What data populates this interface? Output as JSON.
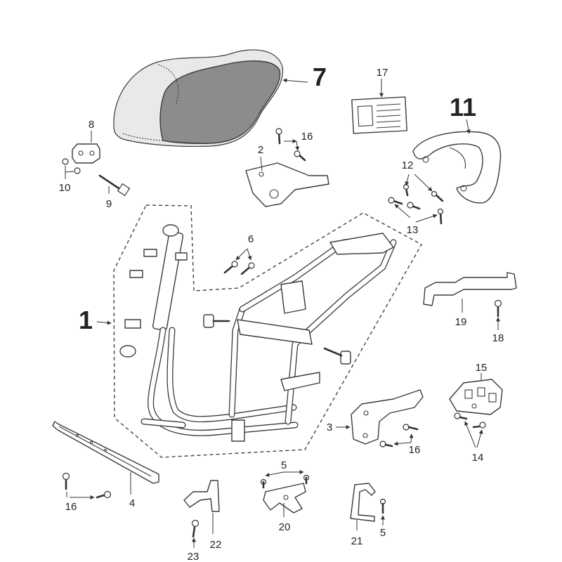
{
  "callouts": {
    "c1": "1",
    "c2": "2",
    "c3": "3",
    "c4": "4",
    "c5a": "5",
    "c5b": "5",
    "c6": "6",
    "c7": "7",
    "c8": "8",
    "c9": "9",
    "c10": "10",
    "c11": "11",
    "c12": "12",
    "c13": "13",
    "c14": "14",
    "c15": "15",
    "c16a": "16",
    "c16b": "16",
    "c16c": "16",
    "c17": "17",
    "c18": "18",
    "c19": "19",
    "c20": "20",
    "c21": "21",
    "c22": "22",
    "c23": "23"
  },
  "colors": {
    "seat_cover": "#8c8c8c",
    "line": "#3a3a3a",
    "background": "#ffffff"
  }
}
